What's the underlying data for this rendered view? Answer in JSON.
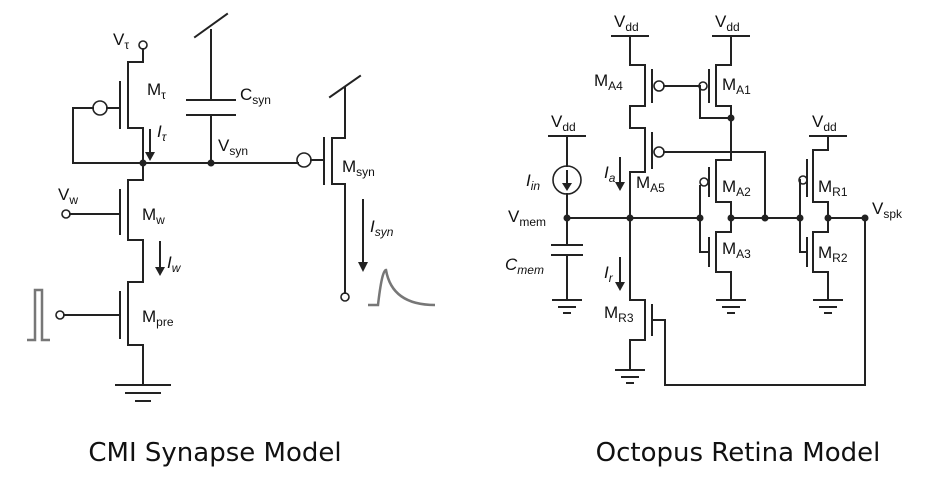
{
  "captions": {
    "left": "CMI Synapse Model",
    "right": "Octopus Retina Model"
  },
  "cmi": {
    "v_tau": {
      "main": "V",
      "sub": "τ"
    },
    "m_tau": {
      "main": "M",
      "sub": "τ"
    },
    "i_tau": {
      "main": "I",
      "sub": "τ"
    },
    "c_syn": {
      "main": "C",
      "sub": "syn"
    },
    "v_syn": {
      "main": "V",
      "sub": "syn"
    },
    "m_syn": {
      "main": "M",
      "sub": "syn"
    },
    "i_syn": {
      "main": "I",
      "sub": "syn"
    },
    "v_w": {
      "main": "V",
      "sub": "w"
    },
    "m_w": {
      "main": "M",
      "sub": "w"
    },
    "i_w": {
      "main": "I",
      "sub": "w"
    },
    "m_pre": {
      "main": "M",
      "sub": "pre"
    }
  },
  "retina": {
    "vdd": {
      "main": "V",
      "sub": "dd"
    },
    "m_a4": {
      "main": "M",
      "sub": "A4"
    },
    "m_a1": {
      "main": "M",
      "sub": "A1"
    },
    "m_a5": {
      "main": "M",
      "sub": "A5"
    },
    "m_a2": {
      "main": "M",
      "sub": "A2"
    },
    "m_a3": {
      "main": "M",
      "sub": "A3"
    },
    "m_r1": {
      "main": "M",
      "sub": "R1"
    },
    "m_r2": {
      "main": "M",
      "sub": "R2"
    },
    "m_r3": {
      "main": "M",
      "sub": "R3"
    },
    "i_in": {
      "main": "I",
      "sub": "in"
    },
    "i_a": {
      "main": "I",
      "sub": "a"
    },
    "i_r": {
      "main": "I",
      "sub": "r"
    },
    "v_mem": {
      "main": "V",
      "sub": "mem"
    },
    "c_mem": {
      "main": "C",
      "sub": "mem"
    },
    "v_spk": {
      "main": "V",
      "sub": "spk"
    }
  }
}
